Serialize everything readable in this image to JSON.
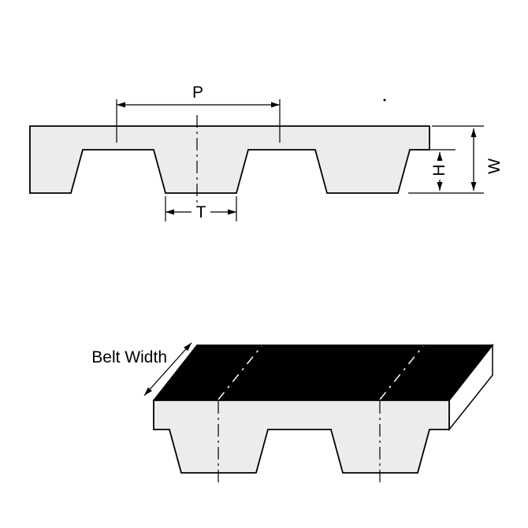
{
  "diagram": {
    "labels": {
      "pitch": "P",
      "tooth_width": "T",
      "tooth_height": "H",
      "belt_thickness": "W",
      "belt_width": "Belt Width"
    },
    "colors": {
      "background": "#ffffff",
      "line": "#000000",
      "belt_fill": "#ececec",
      "belt_top_face": "#000000",
      "belt_end_face": "#ffffff"
    }
  }
}
